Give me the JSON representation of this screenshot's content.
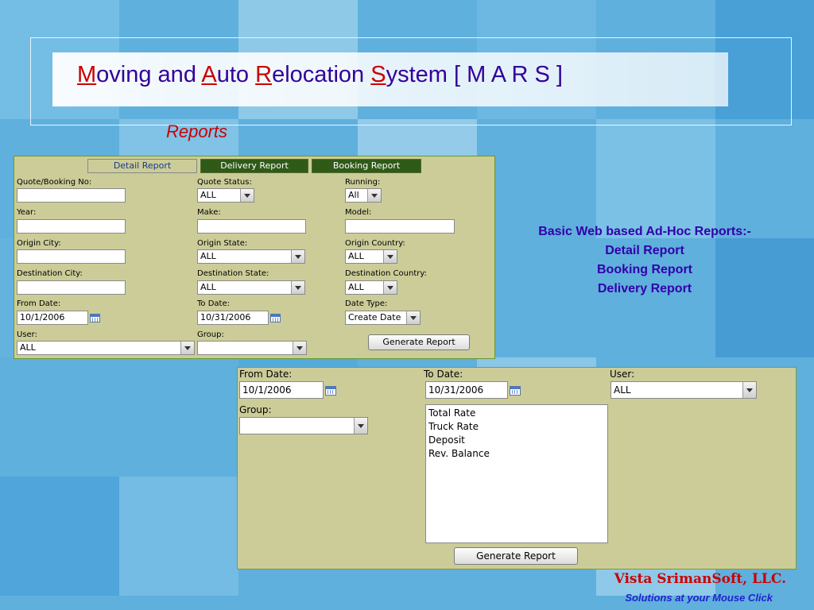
{
  "header": {
    "title_parts": [
      {
        "letter": "M",
        "rest": "oving and "
      },
      {
        "letter": "A",
        "rest": "uto "
      },
      {
        "letter": "R",
        "rest": "elocation "
      },
      {
        "letter": "S",
        "rest": "ystem  [ M A R S ]"
      }
    ],
    "subtitle": "Reports"
  },
  "panel1": {
    "tabs": [
      {
        "label": "Detail Report"
      },
      {
        "label": "Delivery Report"
      },
      {
        "label": "Booking Report"
      }
    ],
    "quote_booking_label": "Quote/Booking No:",
    "quote_status_label": "Quote Status:",
    "quote_status_value": "ALL",
    "running_label": "Running:",
    "running_value": "All",
    "year_label": "Year:",
    "make_label": "Make:",
    "model_label": "Model:",
    "origin_city_label": "Origin City:",
    "origin_state_label": "Origin State:",
    "origin_state_value": "ALL",
    "origin_country_label": "Origin Country:",
    "origin_country_value": "ALL",
    "dest_city_label": "Destination City:",
    "dest_state_label": "Destination State:",
    "dest_state_value": "ALL",
    "dest_country_label": "Destination Country:",
    "dest_country_value": "ALL",
    "from_date_label": "From Date:",
    "from_date_value": "10/1/2006",
    "to_date_label": "To Date:",
    "to_date_value": "10/31/2006",
    "date_type_label": "Date Type:",
    "date_type_value": "Create Date",
    "user_label": "User:",
    "user_value": "ALL",
    "group_label": "Group:",
    "generate_label": "Generate Report"
  },
  "panel2": {
    "from_date_label": "From Date:",
    "from_date_value": "10/1/2006",
    "to_date_label": "To Date:",
    "to_date_value": "10/31/2006",
    "user_label": "User:",
    "user_value": "ALL",
    "group_label": "Group:",
    "list_options": [
      "Total Rate",
      "Truck Rate",
      "Deposit",
      "Rev. Balance"
    ],
    "generate_label": "Generate Report"
  },
  "side_text": {
    "line1": "Basic Web based Ad-Hoc Reports:-",
    "line2": "Detail Report",
    "line3": "Booking Report",
    "line4": "Delivery Report"
  },
  "footer": {
    "company": "Vista SrimanSoft, LLC.",
    "tagline": "Solutions at your Mouse Click"
  },
  "colors": {
    "title": "#330099",
    "title_accent": "#cc0000",
    "panel_bg": "#cccc99",
    "tab_dark": "#2f5a18",
    "side_text": "#3300aa",
    "footer_company": "#cc0000",
    "footer_tagline": "#2222cc"
  }
}
